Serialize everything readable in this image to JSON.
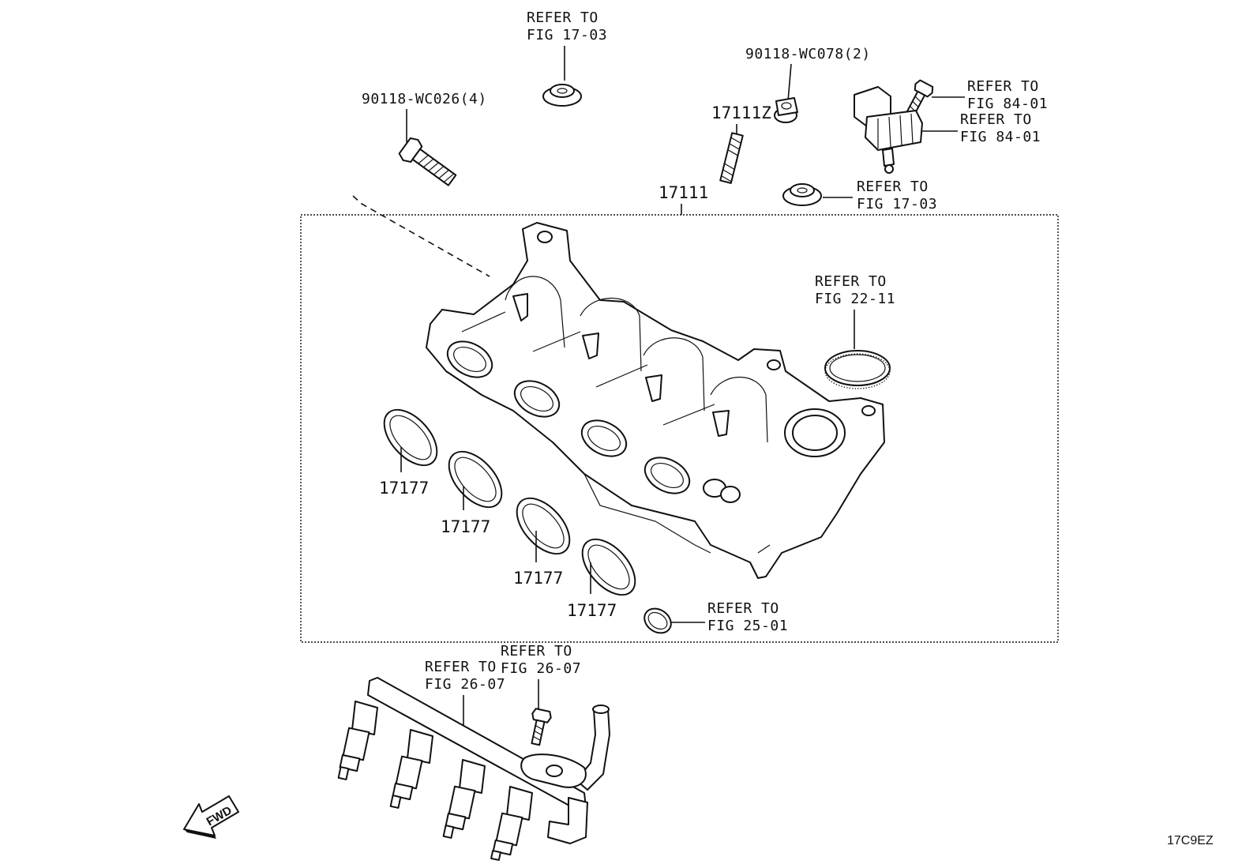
{
  "callouts": {
    "refer_top_center": [
      "REFER TO",
      "FIG 17-03"
    ],
    "bolt_left": "90118-WC026(4)",
    "nut_top": "90118-WC078(2)",
    "stud": "17111Z",
    "refer_sensor_a": [
      "REFER TO",
      "FIG 84-01"
    ],
    "refer_sensor_b": [
      "REFER TO",
      "FIG 84-01"
    ],
    "manifold": "17111",
    "refer_grommet": [
      "REFER TO",
      "FIG 17-03"
    ],
    "refer_ring": [
      "REFER TO",
      "FIG 22-11"
    ],
    "gasket_1": "17177",
    "gasket_2": "17177",
    "gasket_3": "17177",
    "gasket_4": "17177",
    "refer_oring": [
      "REFER TO",
      "FIG 25-01"
    ],
    "refer_rail_a": [
      "REFER TO",
      "FIG 26-07"
    ],
    "refer_rail_b": [
      "REFER TO",
      "FIG 26-07"
    ]
  },
  "fwd_label": "FWD",
  "drawing_code": "17C9EZ"
}
